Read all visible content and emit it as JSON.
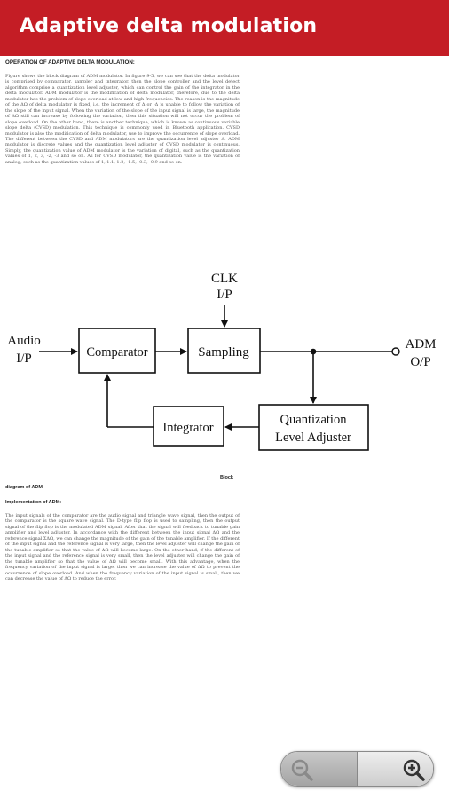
{
  "app": {
    "title": "Adaptive delta modulation",
    "accent": "#c41d25"
  },
  "doc": {
    "heading": "OPERATION OF ADAPTIVE DELTA MODULATION:",
    "para1": "Figure shows the block diagram of ADM modulator. In figure 9-5, we can see that the delta modulator is comprised by comparator, sampler and integrator, then the slope controller and the level detect algorithm comprise a quantization level adjuster, which can control the gain of the integrator in the delta modulator. ADM modulator is the modification of delta modulator, therefore, due to the delta modulator has the problem of slope overload at low and high frequencies. The reason is the magnitude of the ΔΩ of delta modulator is fixed, i.e. the increment of Δ or -Δ is unable to follow the variation of the slope of the input signal. When the variation of the slope of the input signal is large, the magnitude of ΔΩ still can increase by following the variation, then this situation will not occur the problem of slope overload. On the other hand, there is another technique, which is known as continuous variable slope delta (CVSD) modulation. This technique is commonly used in Bluetooth application. CVSD modulator is also the modification of delta modulator, use to improve the occurrence of slope overload. The different between the CVSD and ADM modulators are the quantization level adjuster Δ. ADM modulator is discrete values and the quantization level adjuster of CVSD modulator is continuous. Simply, the quantization value of ADM modulator is the variation of digital, such as the quantization values of 1, 2, 3, -2, -3 and so on. As for CVSD modulator, the quantization value is the variation of analog, such as the quantization values of 1, 1.1, 1.2, -1.5, -0.3, -0.9 and so on.",
    "caption_part1": "Block",
    "caption_part2": "diagram of ADM",
    "impl_heading": "Implementation of ADM:",
    "para2": "The input signals of the comparator are the audio signal and triangle wave signal, then the output of the comparator is the square wave signal. The D-type flip flop is used to sampling, then the output signal of the flip flop is the modulated ADM signal. After that the signal will feedback to tunable gain amplifier and level adjuster. In accordance with the different between the input signal ΔΩ and the reference signal ΣΔΩ, we can change the magnitude of the gain of the tunable amplifier. If the different of the input signal and the reference signal is very large, then the level adjuster will change the gain of the tunable amplifier so that the value of ΔΩ will become large. On the other hand, if the different of the input signal and the reference signal is very small, then the level adjuster will change the gain of the tunable amplifier so that the value of ΔΩ will become small. With this advantage, when the frequency variation of the input signal is large, then we can increase the value of ΔΩ to prevent the occurrence of slope overload. And when the frequency variation of the input signal is small, then we can decrease the value of ΔΩ to reduce the error."
  },
  "diagram": {
    "clk_line1": "CLK",
    "clk_line2": "I/P",
    "audio_line1": "Audio",
    "audio_line2": "I/P",
    "comparator": "Comparator",
    "sampling": "Sampling",
    "adm_line1": "ADM",
    "adm_line2": "O/P",
    "quant_line1": "Quantization",
    "quant_line2": "Level Adjuster",
    "integrator": "Integrator"
  },
  "zoom": {
    "out_icon": "zoom-out-icon",
    "in_icon": "zoom-in-icon"
  }
}
